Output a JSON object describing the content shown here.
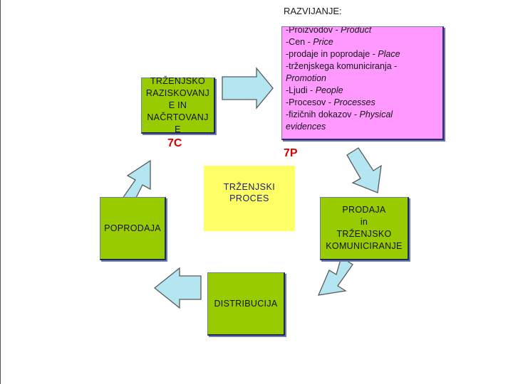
{
  "title": "RAZVIJANJE:",
  "boxes": {
    "research": [
      "TRŽENJSKO",
      "RAZISKOVANJ",
      "E IN",
      "NAČRTOVANJ",
      "E"
    ],
    "sales": [
      "PRODAJA",
      "in",
      "TRŽENJSKO",
      "KOMUNICIRANJE"
    ],
    "distribution": [
      "DISTRIBUCIJA"
    ],
    "after_sales": [
      "POPRODAJA"
    ]
  },
  "center": [
    "TRŽENJSKI",
    "PROCES"
  ],
  "labels": {
    "c7": "7C",
    "p7": "7P"
  },
  "marketing_mix": [
    {
      "text": "-Proizvodov - ",
      "term": "Product"
    },
    {
      "text": "-Cen - ",
      "term": "Price"
    },
    {
      "text": "-prodaje in poprodaje - ",
      "term": "Place"
    },
    {
      "text": "-trženjskega komuniciranja -",
      "term": ""
    },
    {
      "text": "",
      "term": "Promotion"
    },
    {
      "text": "-Ljudi - ",
      "term": "People"
    },
    {
      "text": "-Procesov - ",
      "term": "Processes"
    },
    {
      "text": "-fizičnih dokazov - ",
      "term": "Physical"
    },
    {
      "text": "",
      "term": "evidences"
    }
  ],
  "colors": {
    "green_box": "#99cc00",
    "pink_box": "#ff99ff",
    "yellow_box": "#ffff66",
    "arrow_fill": "#b3e6f0",
    "label_red": "#d40000"
  },
  "icons": [
    "arrow-right-icon",
    "arrow-down-right-icon",
    "arrow-down-left-icon",
    "arrow-left-icon",
    "arrow-up-right-icon"
  ]
}
